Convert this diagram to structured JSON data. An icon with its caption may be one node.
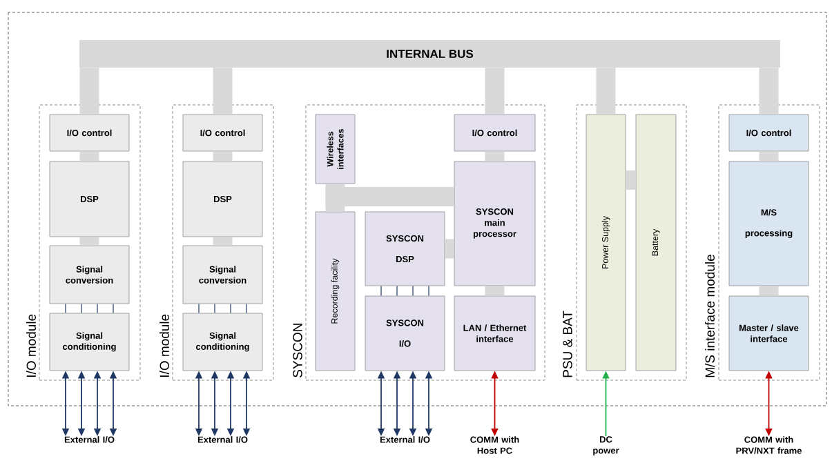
{
  "diagram": {
    "nodes": [
      {
        "text": [
          "INTERNAL BUS"
        ]
      },
      {
        "text": [
          "I/O module"
        ]
      },
      {
        "text": [
          "I/O control"
        ],
        "in": 1
      },
      {
        "text": [
          "DSP"
        ],
        "in": 1
      },
      {
        "text": [
          "Signal conversion"
        ],
        "in": 1
      },
      {
        "text": [
          "Signal conditioning"
        ],
        "in": 1
      },
      {
        "text": [
          "I/O module"
        ]
      },
      {
        "text": [
          "I/O control"
        ],
        "in": 6
      },
      {
        "text": [
          "DSP"
        ],
        "in": 6
      },
      {
        "text": [
          "Signal conversion"
        ],
        "in": 6
      },
      {
        "text": [
          "Signal conditioning"
        ],
        "in": 6
      },
      {
        "text": [
          "SYSCON"
        ]
      },
      {
        "text": [
          "Wireless interfaces"
        ],
        "in": 11
      },
      {
        "text": [
          "Recording facility"
        ],
        "in": 11
      },
      {
        "text": [
          "I/O control"
        ],
        "in": 11
      },
      {
        "text": [
          "SYSCON main processor"
        ],
        "in": 11
      },
      {
        "text": [
          "SYSCON DSP"
        ],
        "in": 11
      },
      {
        "text": [
          "SYSCON I/O"
        ],
        "in": 11
      },
      {
        "text": [
          "LAN / Ethernet interface"
        ],
        "in": 11
      },
      {
        "text": [
          "PSU & BAT"
        ]
      },
      {
        "text": [
          "Power Supply"
        ],
        "in": 19
      },
      {
        "text": [
          "Battery"
        ],
        "in": 19
      },
      {
        "text": [
          "M/S interface module"
        ]
      },
      {
        "text": [
          "I/O control"
        ],
        "in": 22
      },
      {
        "text": [
          "M/S processing"
        ],
        "in": 22
      },
      {
        "text": [
          "Master / slave interface"
        ],
        "in": 22
      },
      {
        "text": [
          "External I/O"
        ]
      },
      {
        "text": [
          "External I/O"
        ]
      },
      {
        "text": [
          "External I/O"
        ]
      },
      {
        "text": [
          "COMM with Host PC"
        ]
      },
      {
        "text": [
          "DC power"
        ]
      },
      {
        "text": [
          "COMM with PRV/NXT frame"
        ]
      }
    ],
    "edges": [
      {
        "from": 0,
        "to": 2,
        "arrow": "none",
        "style": "thick",
        "color": "#d9d9d9"
      },
      {
        "from": 0,
        "to": 7,
        "arrow": "none",
        "style": "thick",
        "color": "#d9d9d9"
      },
      {
        "from": 0,
        "to": 14,
        "arrow": "none",
        "style": "thick",
        "color": "#d9d9d9"
      },
      {
        "from": 0,
        "to": 20,
        "arrow": "none",
        "style": "thick",
        "color": "#d9d9d9"
      },
      {
        "from": 0,
        "to": 23,
        "arrow": "none",
        "style": "thick",
        "color": "#d9d9d9"
      },
      {
        "from": 2,
        "to": 3,
        "arrow": "none",
        "style": "thick",
        "color": "#d9d9d9"
      },
      {
        "from": 3,
        "to": 4,
        "arrow": "none",
        "style": "thick",
        "color": "#d9d9d9"
      },
      {
        "from": 7,
        "to": 8,
        "arrow": "none",
        "style": "thick",
        "color": "#d9d9d9"
      },
      {
        "from": 8,
        "to": 9,
        "arrow": "none",
        "style": "thick",
        "color": "#d9d9d9"
      },
      {
        "from": 4,
        "to": 5,
        "arrow": "none"
      },
      {
        "from": 4,
        "to": 5,
        "arrow": "none"
      },
      {
        "from": 4,
        "to": 5,
        "arrow": "none"
      },
      {
        "from": 4,
        "to": 5,
        "arrow": "none"
      },
      {
        "from": 9,
        "to": 10,
        "arrow": "none"
      },
      {
        "from": 9,
        "to": 10,
        "arrow": "none"
      },
      {
        "from": 9,
        "to": 10,
        "arrow": "none"
      },
      {
        "from": 9,
        "to": 10,
        "arrow": "none"
      },
      {
        "from": 14,
        "to": 15,
        "arrow": "none",
        "style": "thick",
        "color": "#d9d9d9"
      },
      {
        "from": 15,
        "to": 18,
        "arrow": "none",
        "style": "thick",
        "color": "#d9d9d9"
      },
      {
        "from": 15,
        "to": 16,
        "arrow": "none",
        "style": "thick",
        "color": "#d9d9d9"
      },
      {
        "from": 15,
        "to": 12,
        "arrow": "none",
        "style": "thick",
        "color": "#d9d9d9"
      },
      {
        "from": 15,
        "to": 13,
        "arrow": "none",
        "style": "thick",
        "color": "#d9d9d9"
      },
      {
        "from": 16,
        "to": 17,
        "arrow": "none"
      },
      {
        "from": 16,
        "to": 17,
        "arrow": "none"
      },
      {
        "from": 16,
        "to": 17,
        "arrow": "none"
      },
      {
        "from": 16,
        "to": 17,
        "arrow": "none"
      },
      {
        "from": 20,
        "to": 21,
        "arrow": "none",
        "style": "thick",
        "color": "#d9d9d9"
      },
      {
        "from": 23,
        "to": 24,
        "arrow": "none",
        "style": "thick",
        "color": "#d9d9d9"
      },
      {
        "from": 24,
        "to": 25,
        "arrow": "none",
        "style": "thick",
        "color": "#d9d9d9"
      },
      {
        "from": 5,
        "to": 26,
        "arrow": "both"
      },
      {
        "from": 5,
        "to": 26,
        "arrow": "both"
      },
      {
        "from": 5,
        "to": 26,
        "arrow": "both"
      },
      {
        "from": 5,
        "to": 26,
        "arrow": "both"
      },
      {
        "from": 10,
        "to": 27,
        "arrow": "both"
      },
      {
        "from": 10,
        "to": 27,
        "arrow": "both"
      },
      {
        "from": 10,
        "to": 27,
        "arrow": "both"
      },
      {
        "from": 10,
        "to": 27,
        "arrow": "both"
      },
      {
        "from": 17,
        "to": 28,
        "arrow": "both"
      },
      {
        "from": 17,
        "to": 28,
        "arrow": "both"
      },
      {
        "from": 17,
        "to": 28,
        "arrow": "both"
      },
      {
        "from": 17,
        "to": 28,
        "arrow": "both"
      },
      {
        "from": 18,
        "to": 29,
        "arrow": "both",
        "color": "#c00000"
      },
      {
        "from": 30,
        "to": 20,
        "arrow": "to",
        "color": "#22b14c"
      },
      {
        "from": 25,
        "to": 31,
        "arrow": "both",
        "color": "#c00000"
      }
    ]
  }
}
